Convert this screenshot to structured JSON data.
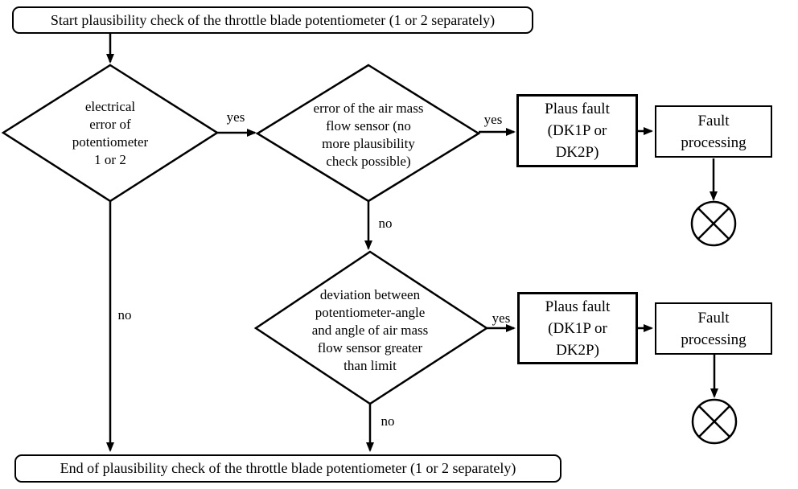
{
  "nodes": {
    "start": {
      "label": "Start plausibility check of the throttle blade potentiometer (1 or 2 separately)"
    },
    "decision_electrical": {
      "label": "electrical\nerror of\npotentiometer\n1 or 2"
    },
    "decision_air_mass": {
      "label": "error of the air mass\nflow sensor (no\nmore plausibility\ncheck possible)"
    },
    "plaus_fault_1": {
      "label": "Plaus fault\n(DK1P or\nDK2P)"
    },
    "fault_processing_1": {
      "label": "Fault\nprocessing"
    },
    "decision_deviation": {
      "label": "deviation between\npotentiometer-angle\nand angle of air mass\nflow sensor greater\nthan limit"
    },
    "plaus_fault_2": {
      "label": "Plaus fault\n(DK1P or\nDK2P)"
    },
    "fault_processing_2": {
      "label": "Fault\nprocessing"
    },
    "end": {
      "label": "End of plausibility check of the throttle blade potentiometer (1 or 2 separately)"
    }
  },
  "edges": {
    "yes_electrical": "yes",
    "yes_air_mass": "yes",
    "yes_deviation": "yes",
    "no_air_mass": "no",
    "no_deviation": "no",
    "no_electrical": "no"
  },
  "icons": {
    "fault_end_symbol": "crossed-circle"
  },
  "colors": {
    "stroke": "#000000",
    "background": "#ffffff",
    "text": "#000000"
  }
}
